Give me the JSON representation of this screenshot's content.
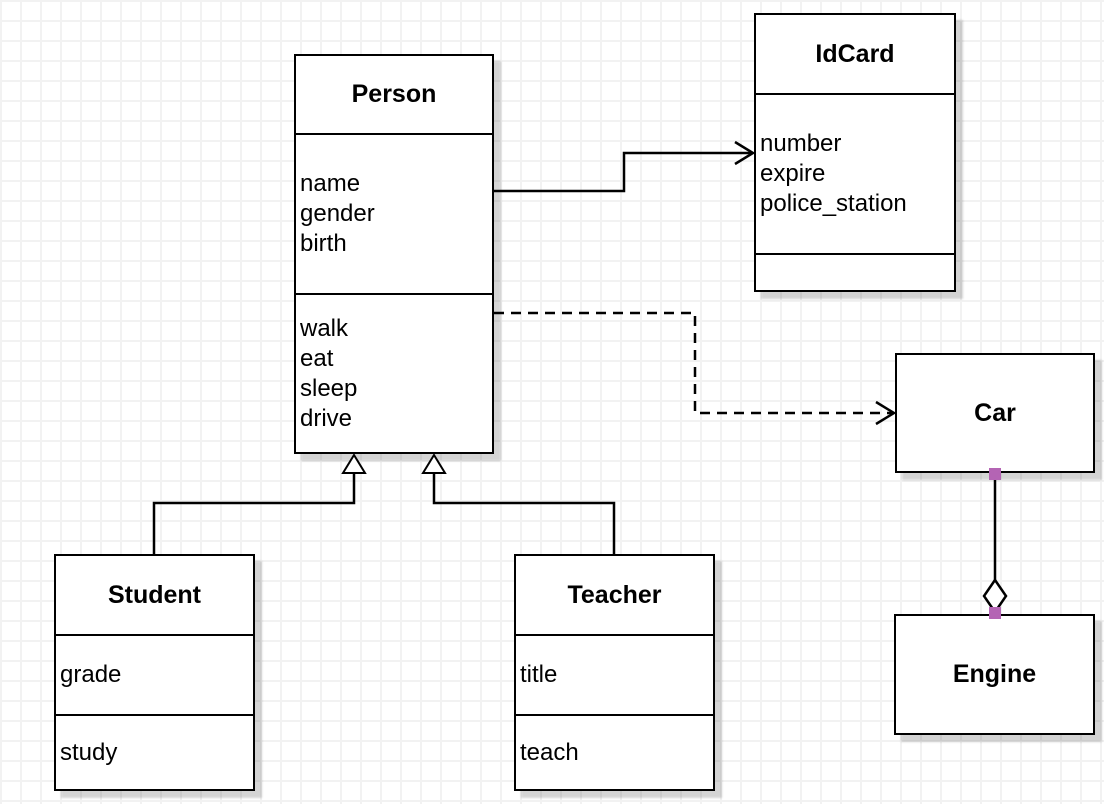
{
  "diagram": {
    "kind": "uml-class-diagram",
    "classes": {
      "person": {
        "title": "Person",
        "attributes": [
          "name",
          "gender",
          "birth"
        ],
        "methods": [
          "walk",
          "eat",
          "sleep",
          "drive"
        ]
      },
      "idcard": {
        "title": "IdCard",
        "attributes": [
          "number",
          "expire",
          "police_station"
        ],
        "methods": []
      },
      "car": {
        "title": "Car"
      },
      "engine": {
        "title": "Engine"
      },
      "student": {
        "title": "Student",
        "attributes": [
          "grade"
        ],
        "methods": [
          "study"
        ]
      },
      "teacher": {
        "title": "Teacher",
        "attributes": [
          "title"
        ],
        "methods": [
          "teach"
        ]
      }
    },
    "relationships": [
      {
        "from": "Person",
        "to": "IdCard",
        "type": "association",
        "line": "solid",
        "arrow": "open-arrow"
      },
      {
        "from": "Person",
        "to": "Car",
        "type": "dependency",
        "line": "dashed",
        "arrow": "open-arrow"
      },
      {
        "from": "Student",
        "to": "Person",
        "type": "generalization",
        "line": "solid",
        "arrow": "hollow-triangle"
      },
      {
        "from": "Teacher",
        "to": "Person",
        "type": "generalization",
        "line": "solid",
        "arrow": "hollow-triangle"
      },
      {
        "from": "Car",
        "to": "Engine",
        "type": "aggregation",
        "line": "solid",
        "arrow": "hollow-diamond"
      }
    ],
    "colors": {
      "line": "#000000",
      "box_border": "#000000",
      "box_fill": "#ffffff",
      "grid_line": "#f2f2f2",
      "endpoint_handle": "#b464b4"
    }
  }
}
